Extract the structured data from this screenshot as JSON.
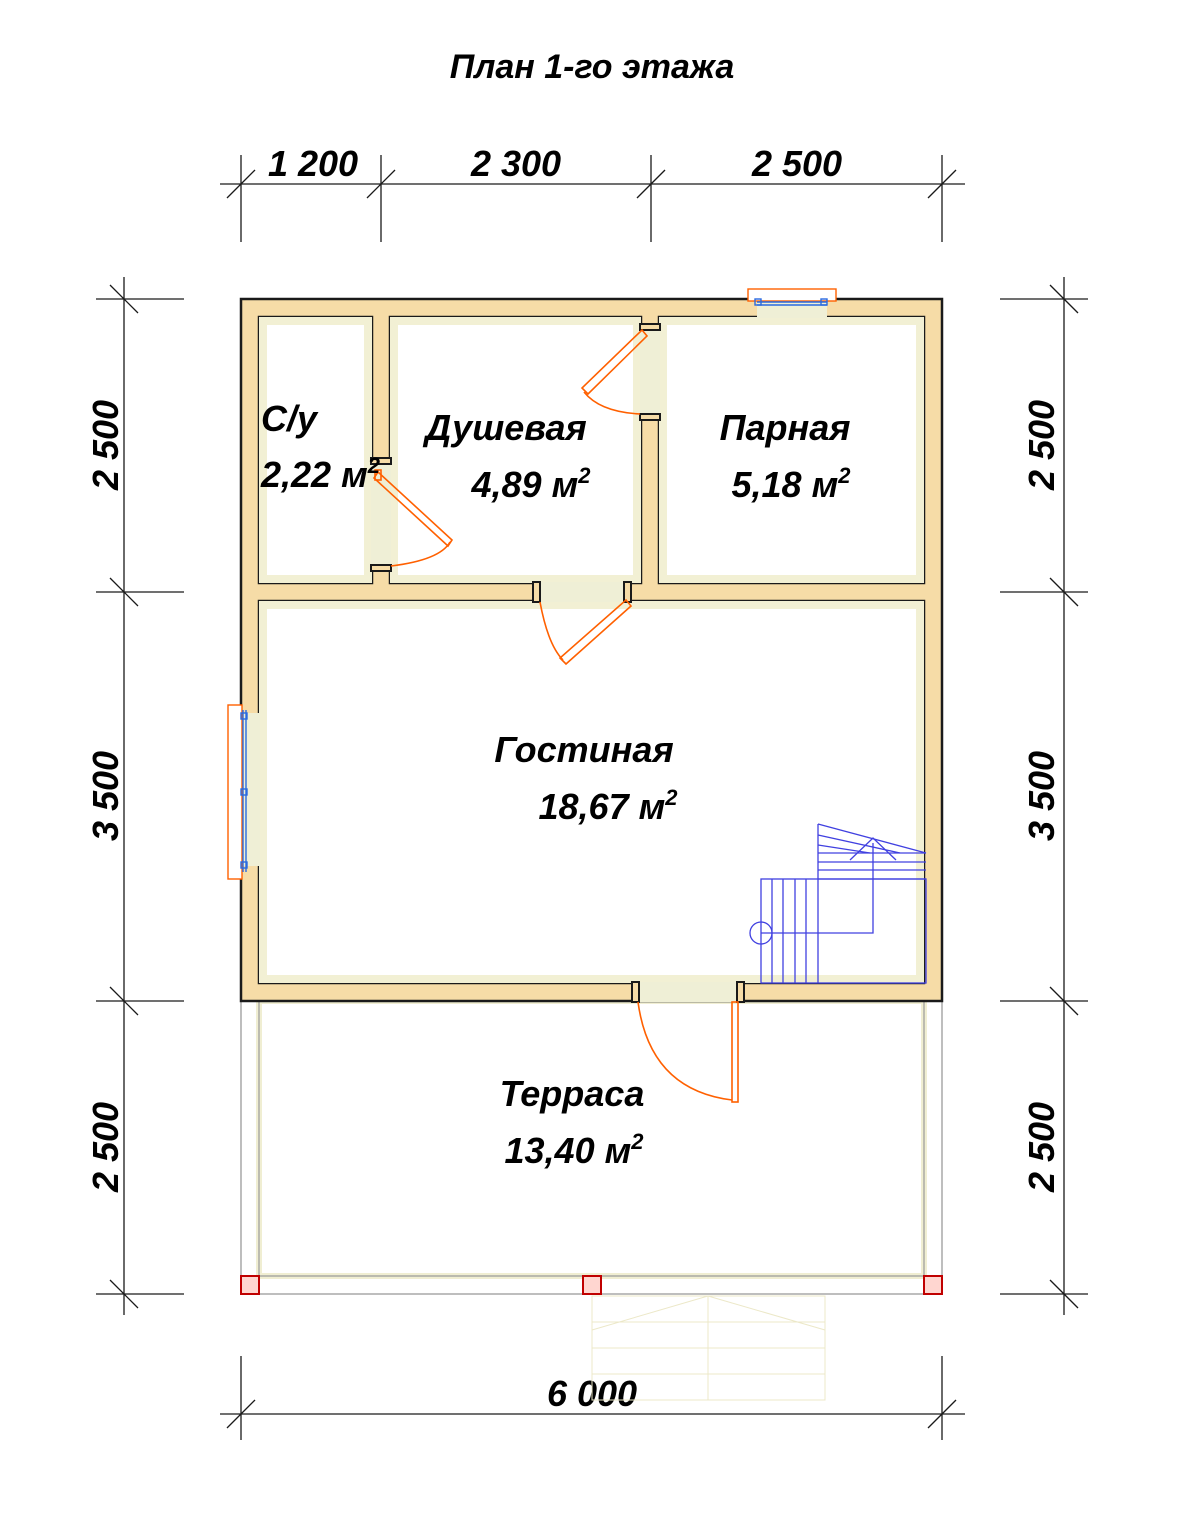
{
  "title": "План 1-го этажа",
  "dimensions": {
    "top": [
      "1 200",
      "2 300",
      "2 500"
    ],
    "left": [
      "2 500",
      "3 500",
      "2 500"
    ],
    "right": [
      "2 500",
      "3 500",
      "2 500"
    ],
    "bottom": "6 000"
  },
  "rooms": {
    "wc": {
      "name": "С/у",
      "area": "2,22 м",
      "unit_sup": "2"
    },
    "shower": {
      "name": "Душевая",
      "area": "4,89 м",
      "unit_sup": "2"
    },
    "steam": {
      "name": "Парная",
      "area": "5,18 м",
      "unit_sup": "2"
    },
    "living": {
      "name": "Гостиная",
      "area": "18,67 м",
      "unit_sup": "2"
    },
    "terrace": {
      "name": "Терраса",
      "area": "13,40 м",
      "unit_sup": "2"
    }
  },
  "colors": {
    "wall_fill": "#f6dca7",
    "door": "#ff6000",
    "stair": "#4040e0",
    "window": "#2a6ae0",
    "post": "#c00000"
  }
}
